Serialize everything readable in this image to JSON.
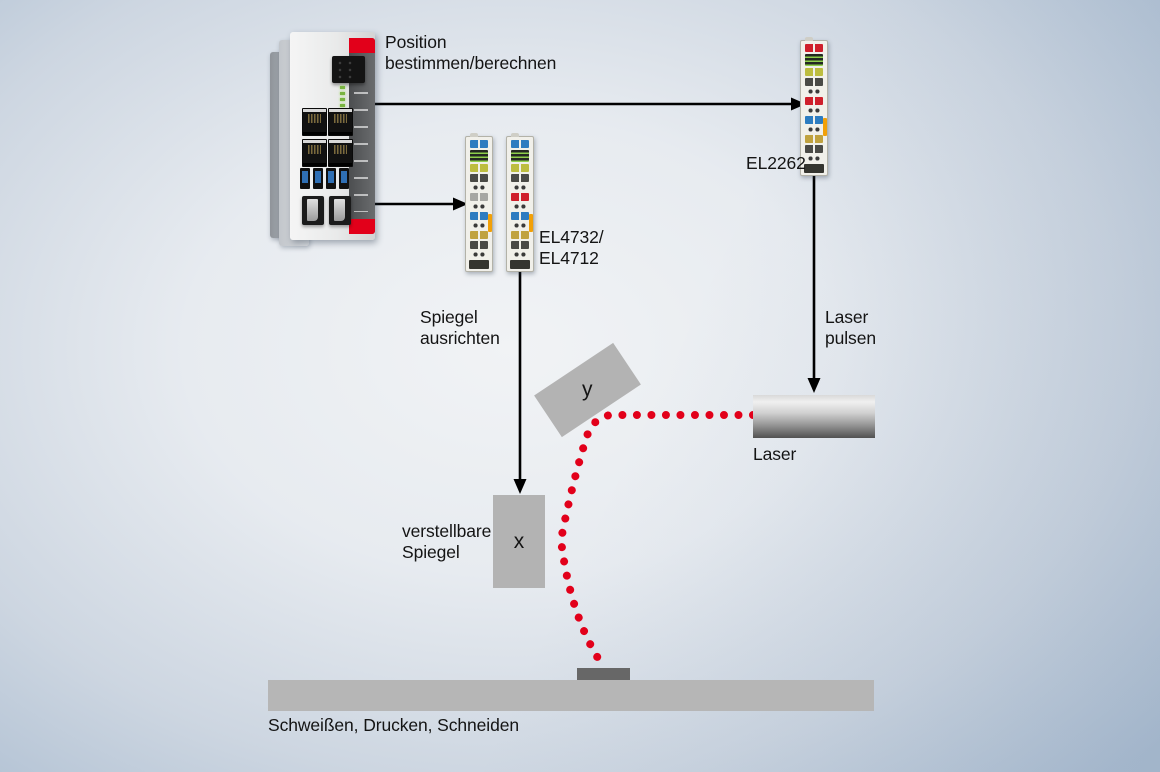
{
  "labels": {
    "position": "Position\nbestimmen/berechnen",
    "el47xx": "EL4732/\nEL4712",
    "el2262": "EL2262",
    "spiegel_ausrichten": "Spiegel\nausrichten",
    "laser_pulsen": "Laser\npulsen",
    "verstellbare_spiegel": "verstellbare\nSpiegel",
    "laser": "Laser",
    "mirror_x": "x",
    "mirror_y": "y",
    "applications": "Schweißen, Drucken, Schneiden"
  },
  "colors": {
    "beam_red": "#e2001a",
    "accent_red": "#e2001a",
    "line_black": "#000000",
    "mirror_gray": "#b3b3b3",
    "bench_gray": "#b6b6b6",
    "workpiece_gray": "#676767"
  },
  "devices": {
    "controller": {
      "type": "embedded-pc"
    },
    "terminals": [
      {
        "model": "EL4732",
        "segments": [
          "blue",
          "led",
          "khaki",
          "dark",
          "holes",
          "silver",
          "holes",
          "blue",
          "holesclip",
          "tan",
          "dark",
          "holes",
          "footer"
        ]
      },
      {
        "model": "EL4712",
        "segments": [
          "blue",
          "led",
          "khaki",
          "dark",
          "holes",
          "red",
          "holes",
          "blue",
          "holesclip",
          "tan",
          "dark",
          "holes",
          "footer"
        ]
      },
      {
        "model": "EL2262",
        "segments": [
          "red",
          "led",
          "khaki",
          "dark",
          "holes",
          "red",
          "holes",
          "blue",
          "holesclip",
          "tan",
          "dark",
          "holes",
          "footer"
        ]
      }
    ]
  }
}
